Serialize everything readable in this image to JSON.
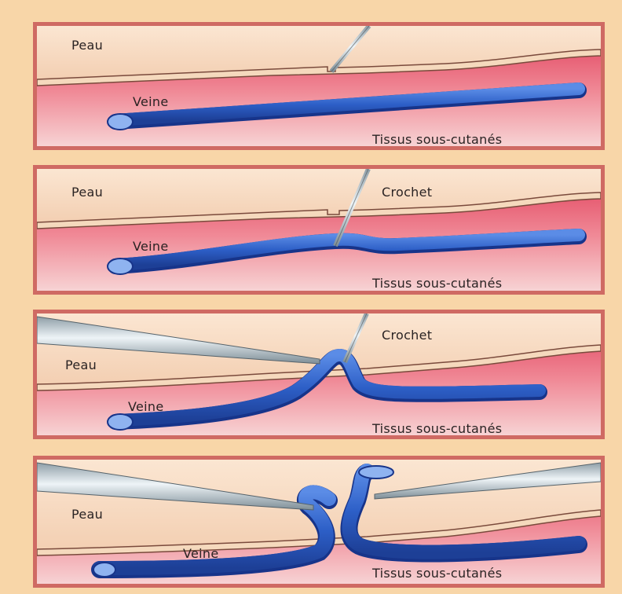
{
  "panels": [
    {
      "skin": "Peau",
      "vein": "Veine",
      "tissue": "Tissus sous-cutanés"
    },
    {
      "skin": "Peau",
      "hook": "Crochet",
      "vein": "Veine",
      "tissue": "Tissus sous-cutanés"
    },
    {
      "skin": "Peau",
      "hook": "Crochet",
      "vein": "Veine",
      "tissue": "Tissus sous-cutanés"
    },
    {
      "skin": "Peau",
      "vein": "Veine",
      "tissue": "Tissus sous-cutanés"
    }
  ],
  "colors": {
    "background": "#f8d6a8",
    "frame": "#cf6a63",
    "skin": "#f7dcc0",
    "subcutaneous": "#e8556b",
    "vein": "#2f63c9",
    "instrument": "#c9d6dc"
  }
}
